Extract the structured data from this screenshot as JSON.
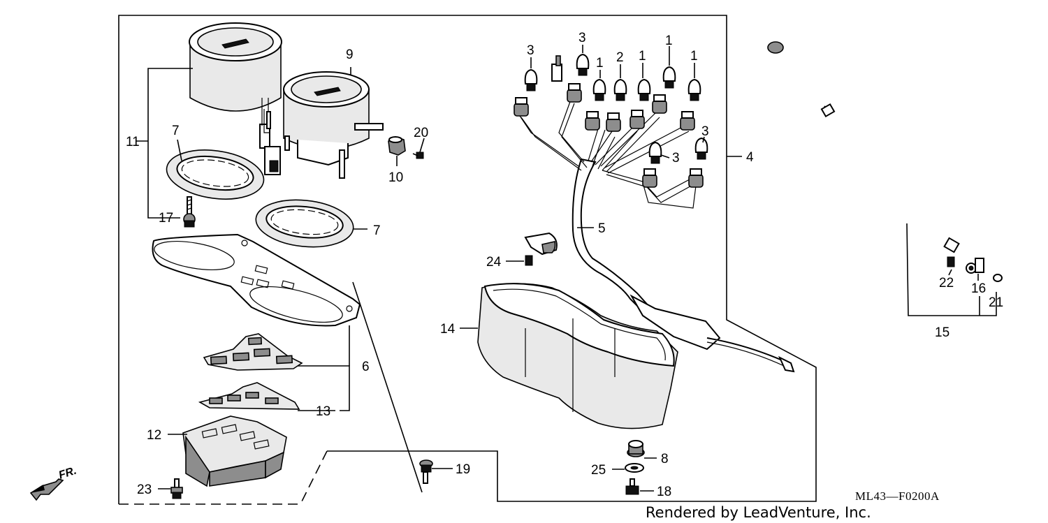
{
  "callouts": {
    "c1": "11",
    "c2": "7",
    "c3": "9",
    "c4": "20",
    "c5": "10",
    "c6": "17",
    "c7": "7",
    "c8": "6",
    "c9": "13",
    "c10": "12",
    "c11": "23",
    "c12": "19",
    "c13": "3",
    "c14": "3",
    "c15": "1",
    "c16": "2",
    "c17": "1",
    "c18": "1",
    "c19": "1",
    "c20": "3",
    "c21": "3",
    "c22": "4",
    "c23": "5",
    "c24": "24",
    "c25": "14",
    "c26": "8",
    "c27": "25",
    "c28": "18",
    "c29": "22",
    "c30": "16",
    "c31": "21",
    "c32": "15"
  },
  "diagram_code": "ML43—F0200A",
  "credit": "Rendered by LeadVenture, Inc.",
  "front_marker": "FR."
}
